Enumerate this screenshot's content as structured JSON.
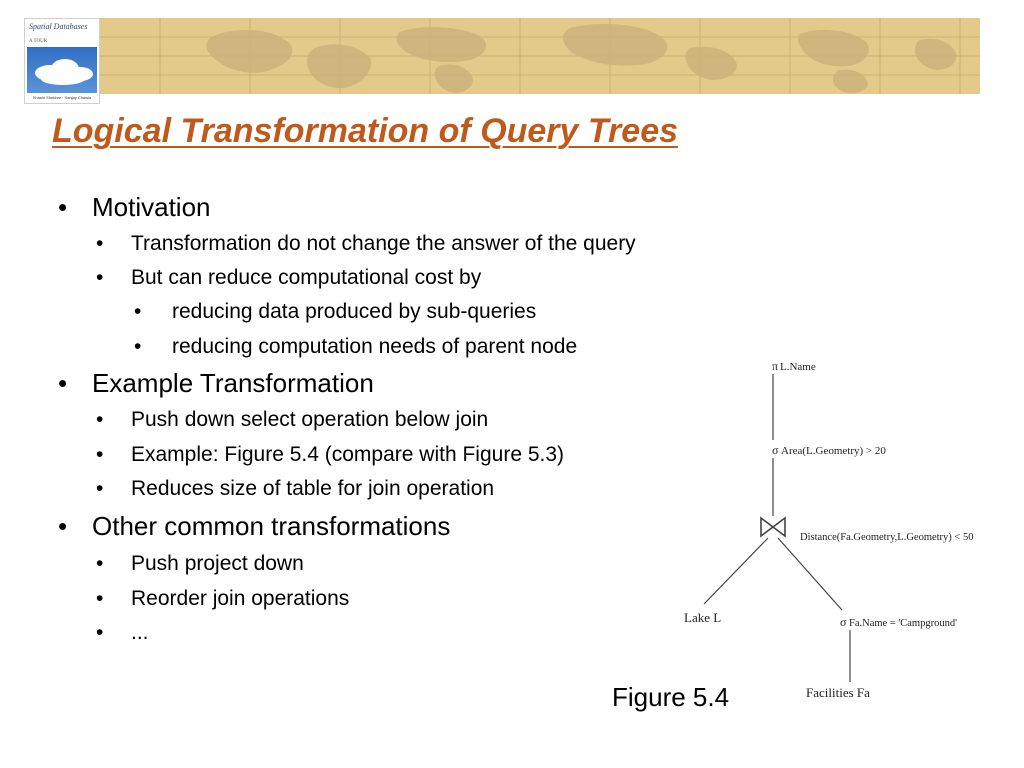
{
  "slide": {
    "title": "Logical Transformation of Query Trees",
    "title_color": "#c05a1c",
    "banner_color": "#e3c98a",
    "bullets": [
      {
        "level": 1,
        "text": "Motivation"
      },
      {
        "level": 2,
        "text": "Transformation do not change the answer of the query"
      },
      {
        "level": 2,
        "text": "But can reduce computational cost by"
      },
      {
        "level": 3,
        "text": "reducing data produced by sub-queries"
      },
      {
        "level": 3,
        "text": "reducing computation needs of parent node"
      },
      {
        "level": 1,
        "text": "Example Transformation"
      },
      {
        "level": 2,
        "text": "Push down select operation below join"
      },
      {
        "level": 2,
        "text": "Example: Figure 5.4 (compare with Figure 5.3)"
      },
      {
        "level": 2,
        "text": "Reduces size of table for join operation"
      },
      {
        "level": 1,
        "text": "Other common transformations"
      },
      {
        "level": 2,
        "text": "Push project down"
      },
      {
        "level": 2,
        "text": "Reorder join operations"
      },
      {
        "level": 2,
        "text": "..."
      }
    ],
    "bullet_glyph": "•",
    "caption": "Figure 5.4"
  },
  "book_cover": {
    "title": "Spatial Databases",
    "subtitle": "A TOUR",
    "authors": "Shashi Shekhar · Sanjay Chawla",
    "icon": "book-cover-image"
  },
  "query_tree": {
    "project_symbol": "π",
    "project_label": "L.Name",
    "select_symbol": "σ",
    "select_label": "Area(L.Geometry) > 20",
    "join_symbol": "⋈",
    "join_label": "Distance(Fa.Geometry,L.Geometry) < 50",
    "left_leaf": "Lake L",
    "right_select_symbol": "σ",
    "right_select_label": "Fa.Name = 'Campground'",
    "right_leaf": "Facilities Fa"
  }
}
